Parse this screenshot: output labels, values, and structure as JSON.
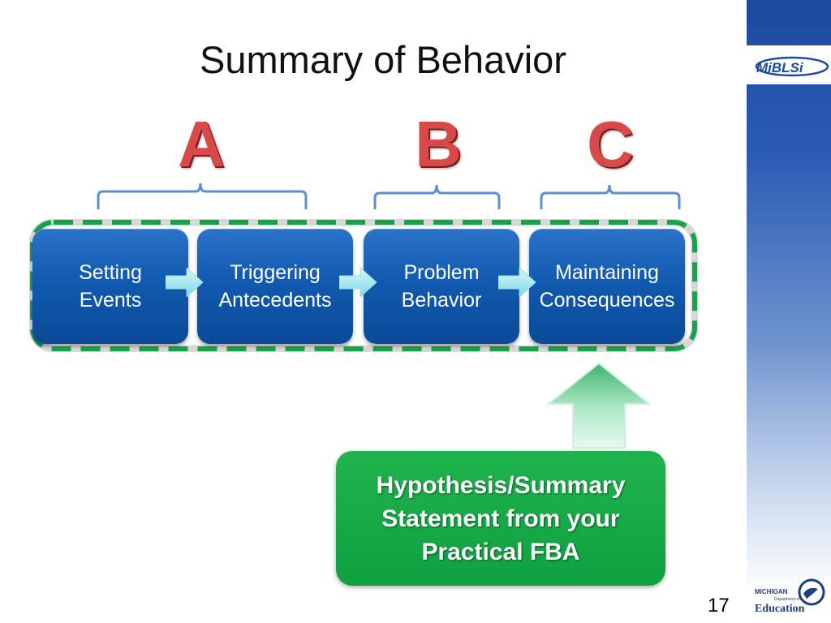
{
  "title": "Summary of Behavior",
  "letters": {
    "a": "A",
    "b": "B",
    "c": "C"
  },
  "boxes": [
    {
      "label": "Setting\nEvents"
    },
    {
      "label": "Triggering\nAntecedents"
    },
    {
      "label": "Problem\nBehavior"
    },
    {
      "label": "Maintaining\nConsequences"
    }
  ],
  "statement": "Hypothesis/Summary\nStatement from your\nPractical FBA",
  "slide_number": "17",
  "logos": {
    "mibls": "MiBLSi",
    "mde_top": "MICHIGAN",
    "mde_mid": "Department of",
    "mde_bottom": "Education"
  },
  "colors": {
    "box_blue": "#115aaf",
    "letter_red": "#d84a4a",
    "dash_green": "#17a34a",
    "statement_green": "#1fb34e",
    "brace_blue": "#5b8fd0",
    "sidebar_blue": "#1d4aa0"
  }
}
